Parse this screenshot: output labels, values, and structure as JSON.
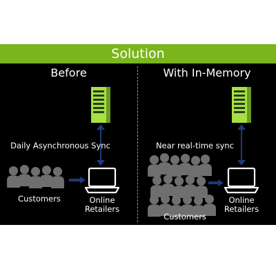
{
  "title": "Solution",
  "before": {
    "heading": "Before",
    "sync_label": "Daily Asynchronous Sync",
    "customers_label": "Customers",
    "retailers_label_line1": "Online",
    "retailers_label_line2": "Retailers"
  },
  "after": {
    "heading": "With In-Memory",
    "sync_label": "Near real-time sync",
    "customers_label": "Customers",
    "retailers_label_line1": "Online",
    "retailers_label_line2": "Retailers"
  },
  "colors": {
    "accent_green": "#7ab51d",
    "server_green": "#a6e046",
    "arrow_blue": "#1f3a7a",
    "people_gray": "#6f6f6f"
  },
  "icons": [
    "server-icon",
    "laptop-icon",
    "people-icon",
    "arrow-icon"
  ]
}
